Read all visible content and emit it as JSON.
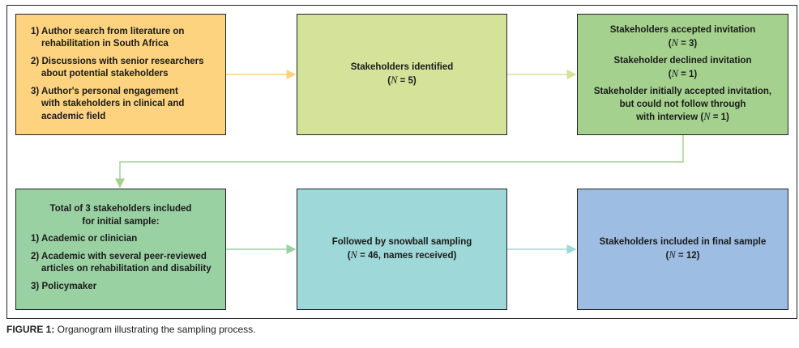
{
  "boxes": {
    "sources": {
      "color": "#fdd380",
      "items": [
        {
          "num": "1)",
          "line1": "Author search from literature on",
          "line2": "rehabilitation in South Africa"
        },
        {
          "num": "2)",
          "line1": "Discussions with senior researchers",
          "line2": "about potential stakeholders"
        },
        {
          "num": "3)",
          "line1": "Author's personal engagement",
          "line2": "with stakeholders in clinical and",
          "line3": "academic field"
        }
      ]
    },
    "identified": {
      "color": "#d5e29a",
      "title": "Stakeholders identified",
      "n_prefix": "(",
      "n_symbol": "N",
      "n_value": " = 5)"
    },
    "invitation": {
      "color": "#a4d28e",
      "accepted": "Stakeholders accepted invitation",
      "accepted_n": " = 3)",
      "declined": "Stakeholder declined invitation",
      "declined_n": " = 1)",
      "dropout_l1": "Stakeholder initially accepted invitation,",
      "dropout_l2": "but could not follow through",
      "dropout_l3": "with interview (",
      "dropout_n": " = 1)",
      "n_symbol": "N",
      "open_paren": "("
    },
    "initial": {
      "color": "#9ad1a3",
      "title_l1": "Total of 3 stakeholders included",
      "title_l2": "for initial sample:",
      "items": [
        {
          "num": "1)",
          "line1": "Academic or clinician"
        },
        {
          "num": "2)",
          "line1": "Academic with several peer-reviewed",
          "line2": "articles on rehabilitation and disability"
        },
        {
          "num": "3)",
          "line1": "Policymaker"
        }
      ]
    },
    "snowball": {
      "color": "#9fd8d8",
      "title": "Followed by snowball sampling",
      "n_prefix": "(",
      "n_symbol": "N",
      "n_value": " = 46, names received)"
    },
    "final": {
      "color": "#9dbde3",
      "title": "Stakeholders included in final sample",
      "n_prefix": "(",
      "n_symbol": "N",
      "n_value": " = 12)"
    }
  },
  "connector_colors": {
    "sources_to_identified": "#fdd380",
    "identified_to_invitation": "#d5e29a",
    "invitation_to_initial": "#a4d28e",
    "initial_to_snowball": "#9ad1a3",
    "snowball_to_final": "#9fd8d8"
  },
  "caption": {
    "label": "FIGURE 1:",
    "text": " Organogram illustrating the sampling process."
  }
}
